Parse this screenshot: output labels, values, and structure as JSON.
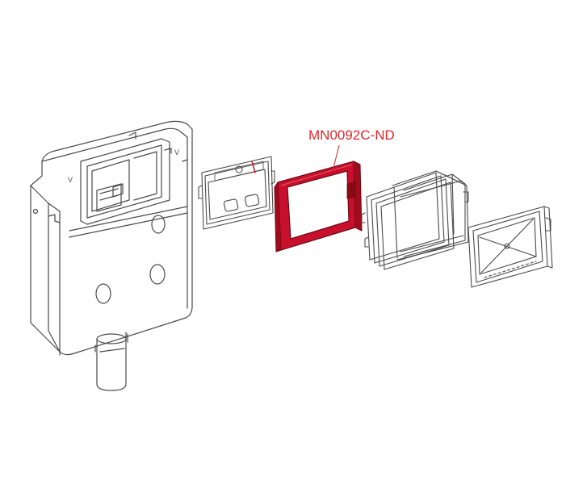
{
  "callout": {
    "part_number": "MN0092C-ND",
    "highlight_color": "#e0262c"
  },
  "colors": {
    "line": "#4a4a4a",
    "highlight_fill": "#c8102e",
    "highlight_stroke": "#8a0a12"
  },
  "icons": [
    "cistern",
    "flush-plate-frame",
    "mounting-frame-highlighted",
    "installation-box",
    "cover-plate"
  ]
}
